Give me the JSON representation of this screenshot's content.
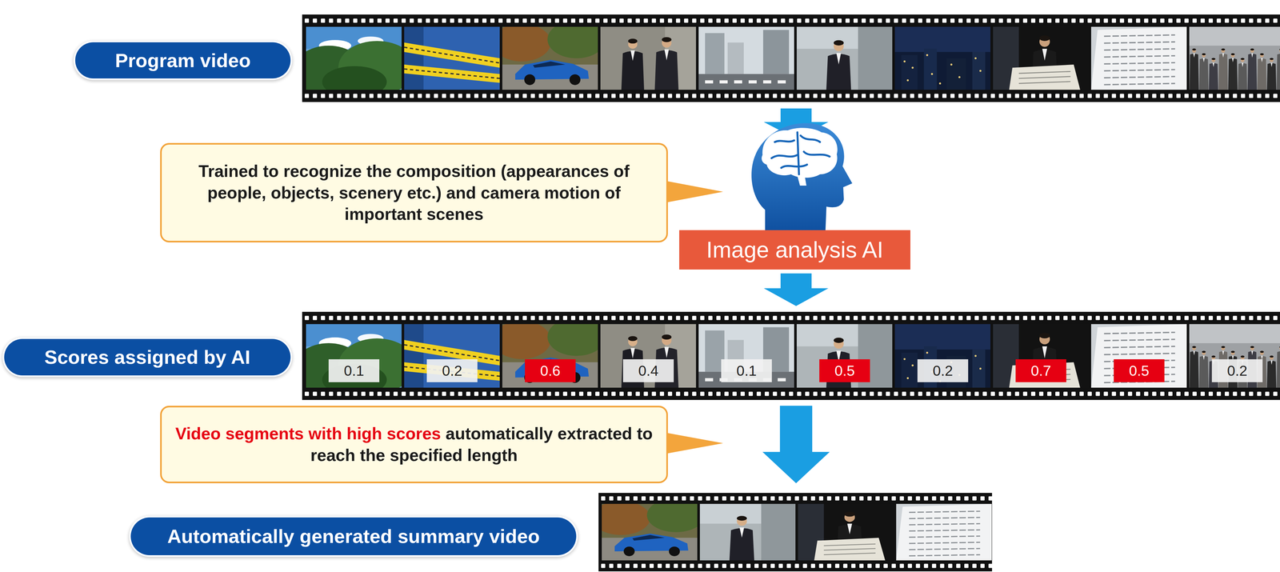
{
  "diagram": {
    "nodes": [
      {
        "text": [
          "Program video"
        ]
      },
      {
        "text": [
          "Trained to recognize the composition (appearances of people, objects, scenery etc.) and camera motion of important scenes"
        ]
      },
      {
        "text": [
          "Image analysis AI"
        ]
      },
      {
        "text": [
          "Scores assigned by AI"
        ]
      },
      {
        "text": [
          "0.1"
        ]
      },
      {
        "text": [
          "0.2"
        ]
      },
      {
        "text": [
          "0.6"
        ]
      },
      {
        "text": [
          "0.4"
        ]
      },
      {
        "text": [
          "0.1"
        ]
      },
      {
        "text": [
          "0.5"
        ]
      },
      {
        "text": [
          "0.2"
        ]
      },
      {
        "text": [
          "0.7"
        ]
      },
      {
        "text": [
          "0.5"
        ]
      },
      {
        "text": [
          "0.2"
        ]
      },
      {
        "text": [
          "Video segments with high scores",
          "automatically extracted to reach the specified length"
        ]
      },
      {
        "text": [
          "Automatically generated summary video"
        ]
      }
    ]
  }
}
